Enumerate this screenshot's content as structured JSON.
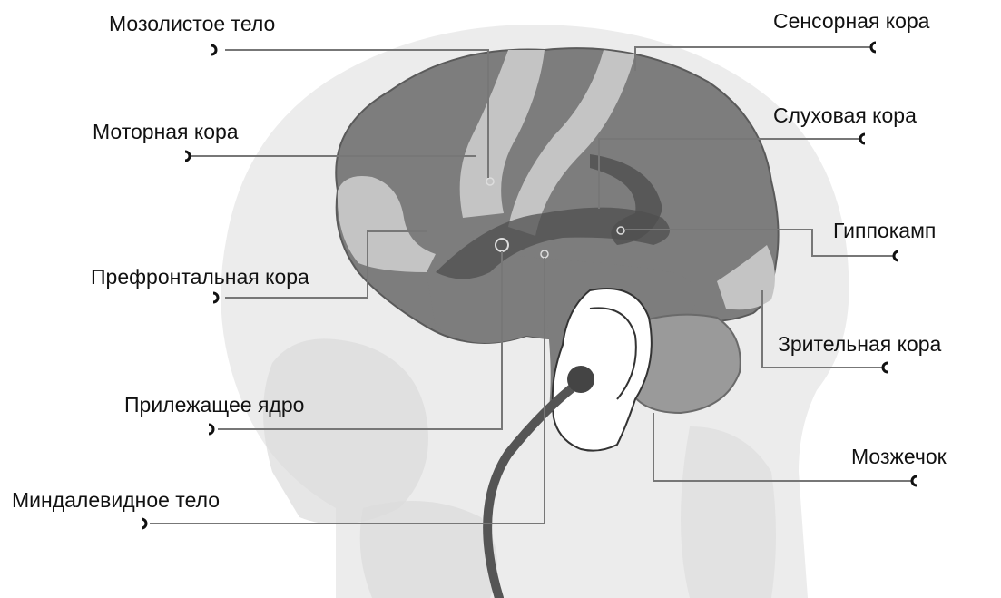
{
  "colors": {
    "background": "#ffffff",
    "silhouette": "#ececec",
    "skull": "#dcdcdc",
    "cortex": "#7d7d7d",
    "cortex_light": "#c4c4c4",
    "limbic": "#4f4f4f",
    "cerebellum": "#9a9a9a",
    "leader_line": "#777777",
    "cable": "#555555",
    "label_text": "#111111"
  },
  "labels": {
    "corpus_callosum": "Мозолистое тело",
    "motor_cortex": "Моторная кора",
    "prefrontal_cortex": "Префронтальная кора",
    "nucleus_accumbens": "Прилежащее ядро",
    "amygdala": "Миндалевидное тело",
    "sensory_cortex": "Сенсорная кора",
    "auditory_cortex": "Слуховая кора",
    "hippocampus": "Гиппокамп",
    "visual_cortex": "Зрительная кора",
    "cerebellum": "Мозжечок"
  },
  "marker_icons": {
    "left_side": "open-c-marker-facing-right",
    "right_side": "open-c-marker-facing-left"
  }
}
